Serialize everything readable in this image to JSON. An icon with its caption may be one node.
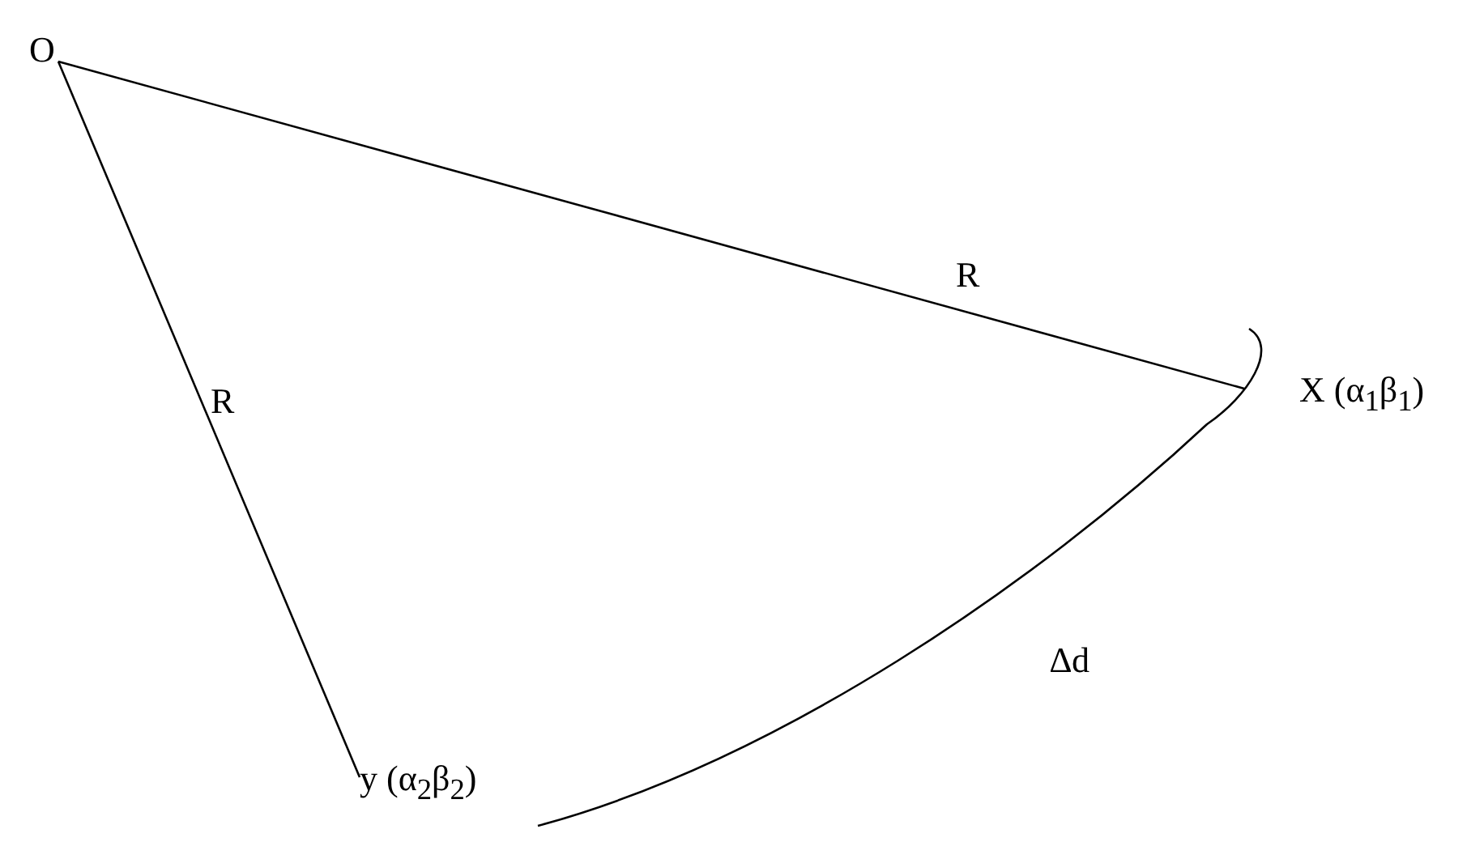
{
  "diagram": {
    "nodes": [
      {
        "text": [
          "O"
        ]
      },
      {
        "text": [
          "X (α$_{1}$β$_{1}$)"
        ]
      },
      {
        "text": [
          "y (α$_{2}$β$_{2}$)"
        ]
      }
    ],
    "edges": [
      {
        "from": 0,
        "to": 1,
        "arrow": "none",
        "label": "R"
      },
      {
        "from": 0,
        "to": 2,
        "arrow": "none",
        "label": "R"
      }
    ],
    "labels": [
      "∆d"
    ]
  }
}
